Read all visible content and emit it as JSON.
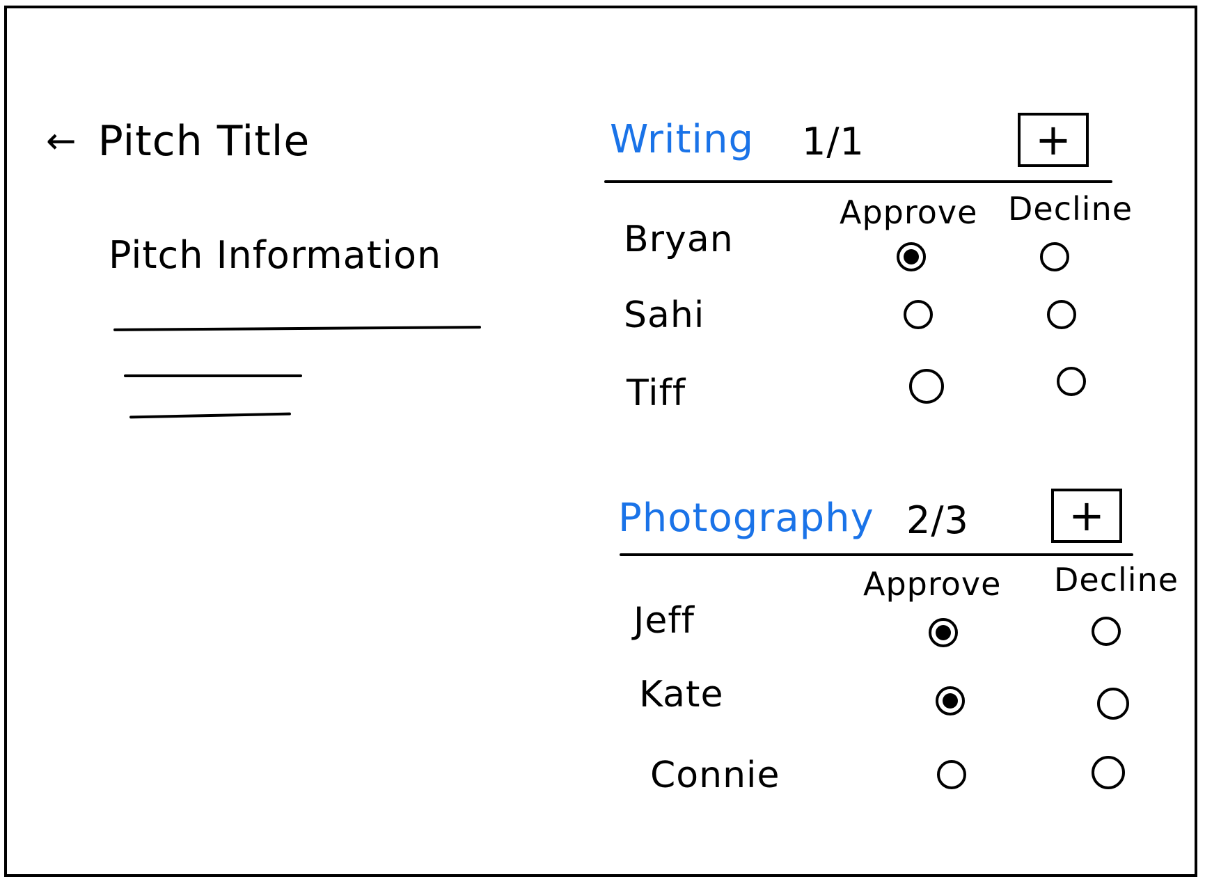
{
  "colors": {
    "ink": "#000000",
    "accent": "#1a73e8",
    "background": "#ffffff"
  },
  "header": {
    "back_icon": "arrow-left-icon",
    "back_glyph": "←",
    "title": "Pitch Title"
  },
  "pitch": {
    "info_label": "Pitch Information"
  },
  "sections": [
    {
      "title": "Writing",
      "count": "1/1",
      "add_glyph": "+",
      "add_icon": "plus-icon",
      "approve_label": "Approve",
      "decline_label": "Decline",
      "members": [
        {
          "name": "Bryan",
          "approve": true,
          "decline": false
        },
        {
          "name": "Sahi",
          "approve": false,
          "decline": false
        },
        {
          "name": "Tiff",
          "approve": false,
          "decline": false
        }
      ]
    },
    {
      "title": "Photography",
      "count": "2/3",
      "add_glyph": "+",
      "add_icon": "plus-icon",
      "approve_label": "Approve",
      "decline_label": "Decline",
      "members": [
        {
          "name": "Jeff",
          "approve": true,
          "decline": false
        },
        {
          "name": "Kate",
          "approve": true,
          "decline": false
        },
        {
          "name": "Connie",
          "approve": false,
          "decline": false
        }
      ]
    }
  ]
}
